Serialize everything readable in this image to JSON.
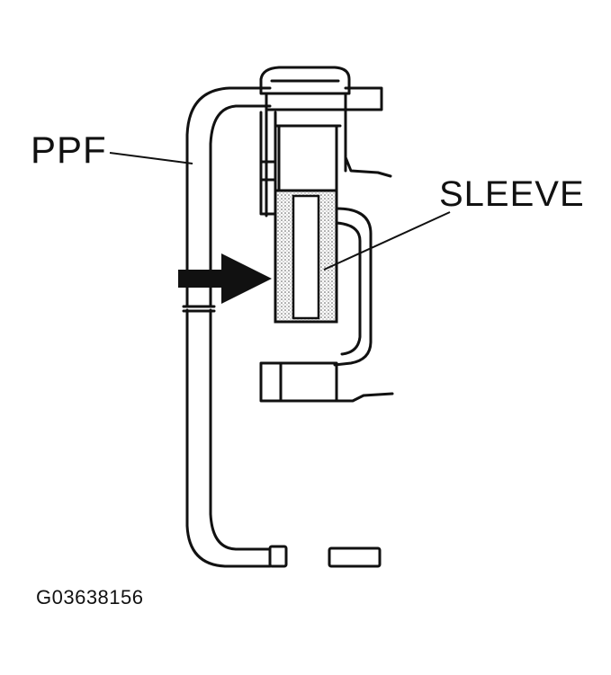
{
  "labels": {
    "ppf": "PPF",
    "sleeve": "SLEEVE"
  },
  "figure_id": "G03638156",
  "colors": {
    "ink": "#111111",
    "background": "#ffffff",
    "stipple": "#555555"
  },
  "icons": {
    "arrow": "right-arrow-icon"
  }
}
